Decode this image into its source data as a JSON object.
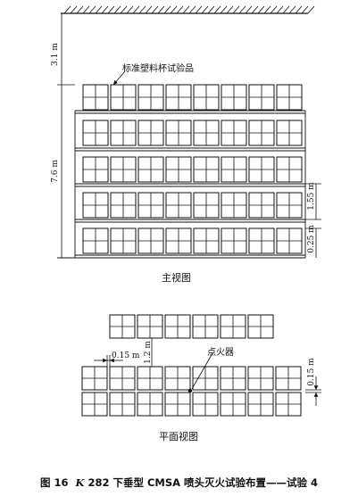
{
  "front_view": {
    "title": "主视图",
    "callout": "标准塑料杯试验品",
    "dim_ceiling": "3.1 m",
    "dim_total": "7.6 m",
    "dim_tier": "1.55 m",
    "dim_bottom": "0.25 m"
  },
  "plan_view": {
    "title": "平面视图",
    "igniter_label": "点火器",
    "dim_gap_small": "0.15 m",
    "dim_aisle": "1.2 m",
    "dim_flue": "0.15 m"
  },
  "caption": {
    "fig_no": "图 16",
    "k_label": "K",
    "rest": " 282 下垂型 CMSA 喷头灭火试验布置——试验 4"
  },
  "colors": {
    "line": "#111111",
    "background": "#ffffff"
  }
}
